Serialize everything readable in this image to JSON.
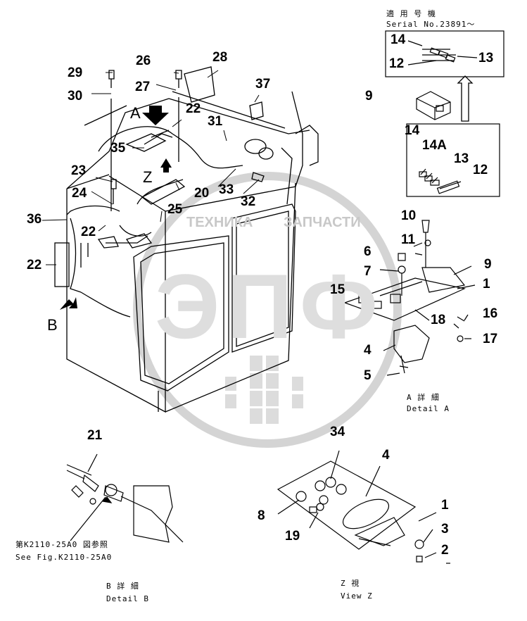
{
  "watermark": {
    "big": "ЭПФ",
    "left": "ТЕХНИКА",
    "right": "ЗАПЧАСТИ"
  },
  "labels": {
    "p29": "29",
    "p30": "30",
    "p26": "26",
    "p27": "27",
    "p28": "28",
    "p37": "37",
    "p22a": "22",
    "p31": "31",
    "p35": "35",
    "pA": "A",
    "p23": "23",
    "p24": "24",
    "pZ": "Z",
    "p20": "20",
    "p33": "33",
    "p25": "25",
    "p32": "32",
    "p36": "36",
    "p22b": "22",
    "p22c": "22",
    "pB": "B",
    "s14": "14",
    "s13": "13",
    "s12": "12",
    "a9top": "9",
    "a14": "14",
    "a14A": "14A",
    "a13": "13",
    "a12": "12",
    "a10": "10",
    "a11": "11",
    "a6": "6",
    "a7": "7",
    "a9": "9",
    "a1": "1",
    "a15": "15",
    "a16": "16",
    "a18": "18",
    "a17": "17",
    "a4": "4",
    "a5": "5",
    "b21": "21",
    "z34": "34",
    "z4": "4",
    "z1": "1",
    "z8": "8",
    "z3": "3",
    "z19": "19",
    "z2": "2"
  },
  "captions": {
    "serial_jp": "適 用 号 機",
    "serial_en": "Serial No.23891～",
    "detailA_jp": "A 詳 細",
    "detailA_en": "Detail A",
    "ref_jp": "第K2110-25A0 図参照",
    "ref_en": "See Fig.K2110-25A0",
    "detailB_jp": "B 詳 細",
    "detailB_en": "Detail B",
    "viewZ_jp": "Z  視",
    "viewZ_en": "View Z"
  }
}
